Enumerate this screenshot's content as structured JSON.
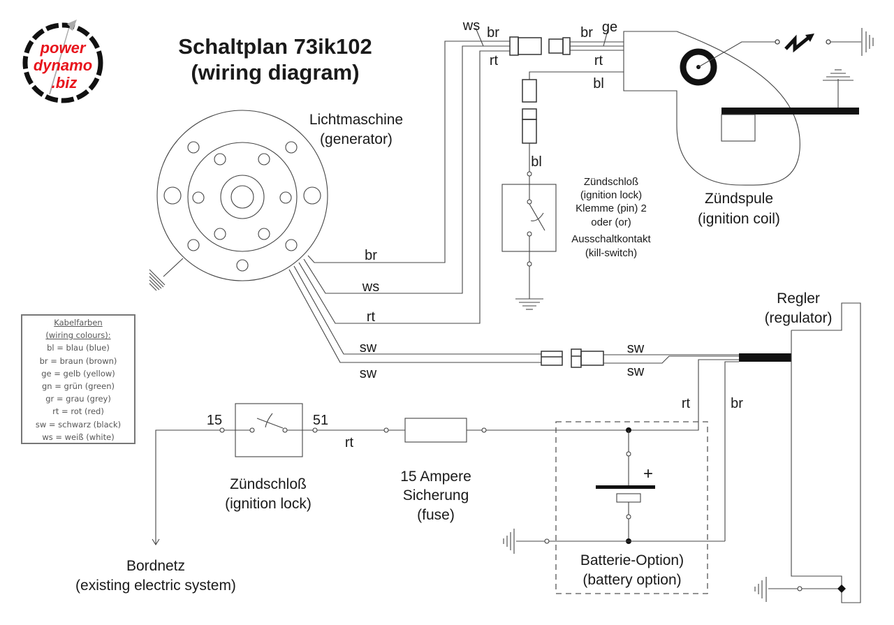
{
  "logo": {
    "line1": "power",
    "line2": "dynamo",
    "line3": ".biz",
    "color": "#e8141c"
  },
  "title": {
    "line1": "Schaltplan 73ik102",
    "line2": "(wiring diagram)"
  },
  "generator": {
    "label_de": "Lichtmaschine",
    "label_en": "(generator)"
  },
  "ignition_coil": {
    "label_de": "Zündspule",
    "label_en": "(ignition coil)"
  },
  "kill_switch": {
    "lines": [
      "Zündschloß",
      "(ignition lock)",
      "Klemme (pin) 2",
      "oder (or)",
      "Ausschaltkontakt",
      "(kill-switch)"
    ]
  },
  "regulator": {
    "label_de": "Regler",
    "label_en": "(regulator)"
  },
  "ignition_lock": {
    "label_de": "Zündschloß",
    "label_en": "(ignition lock)",
    "pin_in": "15",
    "pin_out": "51"
  },
  "fuse": {
    "line1": "15 Ampere",
    "line2": "Sicherung",
    "line3": "(fuse)"
  },
  "battery": {
    "label_de": "Batterie-Option)",
    "label_en": "(battery option)",
    "plus": "+"
  },
  "bordnetz": {
    "label_de": "Bordnetz",
    "label_en": "(existing electric system)"
  },
  "wires": {
    "top_ws": "ws",
    "top_br": "br",
    "top_rt": "rt",
    "coil_br": "br",
    "coil_ge": "ge",
    "coil_rt": "rt",
    "coil_bl": "bl",
    "kill_bl": "bl",
    "gen_br": "br",
    "gen_ws": "ws",
    "gen_rt": "rt",
    "gen_sw1": "sw",
    "gen_sw2": "sw",
    "reg_sw1": "sw",
    "reg_sw2": "sw",
    "reg_rt": "rt",
    "reg_br": "br",
    "lock_rt": "rt"
  },
  "legend": {
    "heading1": "Kabelfarben",
    "heading2": "(wiring colours):",
    "items": [
      "bl = blau (blue)",
      "br = braun (brown)",
      "ge = gelb (yellow)",
      "gn = grün (green)",
      "gr = grau (grey)",
      "rt = rot (red)",
      "sw = schwarz (black)",
      "ws = weiß (white)"
    ]
  }
}
